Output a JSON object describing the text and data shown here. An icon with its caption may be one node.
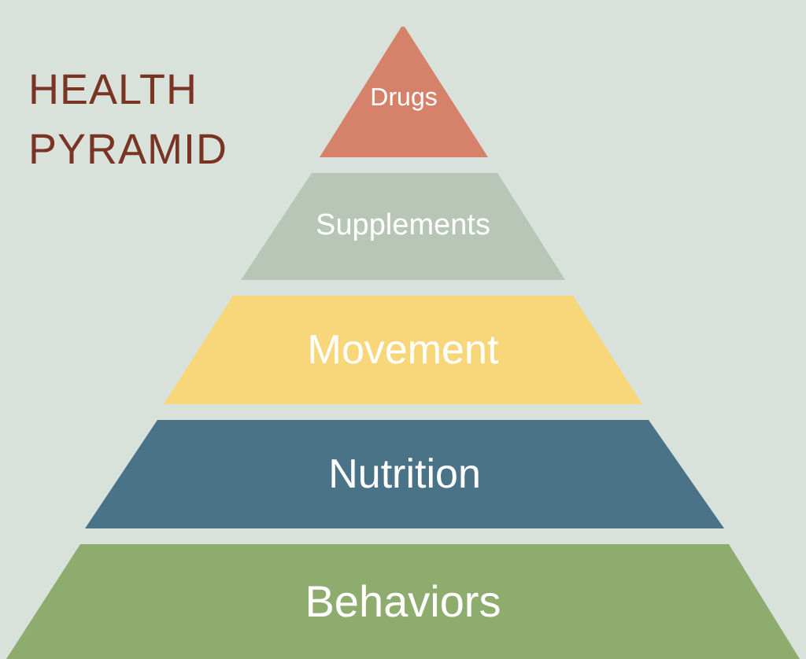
{
  "diagram": {
    "title": "HEALTH PYRAMID",
    "nodes": [
      {
        "text": [
          "Drugs"
        ]
      },
      {
        "text": [
          "Supplements"
        ]
      },
      {
        "text": [
          "Movement"
        ]
      },
      {
        "text": [
          "Nutrition"
        ]
      },
      {
        "text": [
          "Behaviors"
        ]
      }
    ],
    "edges": []
  }
}
